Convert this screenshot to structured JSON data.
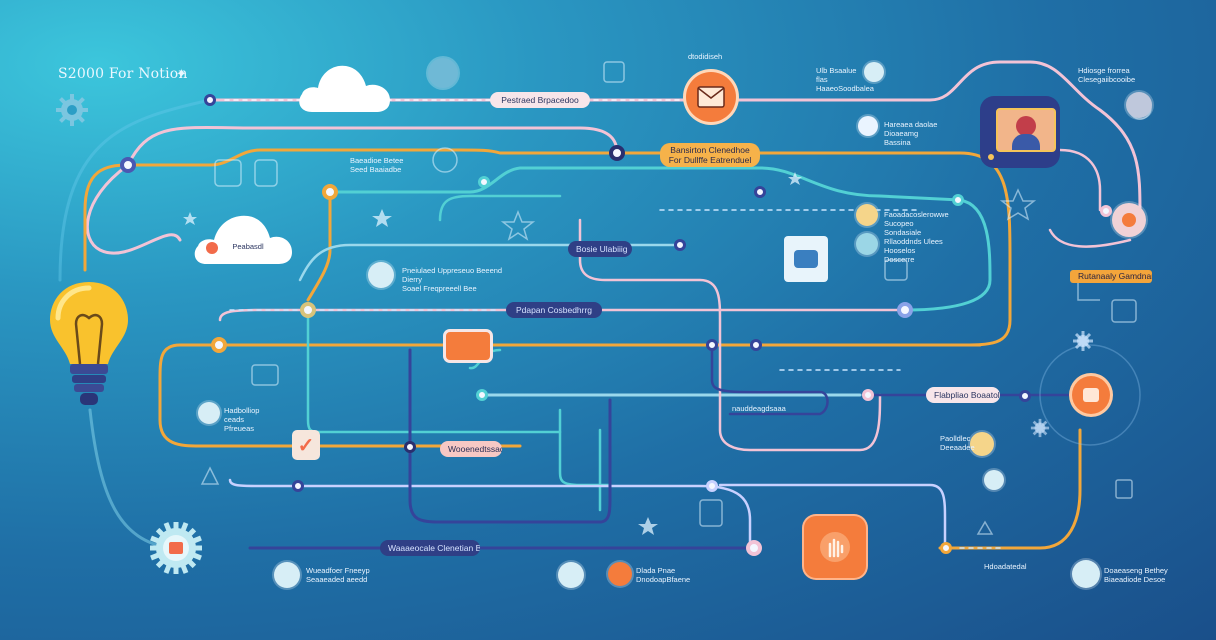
{
  "title": "S2000 For Notion",
  "pills": {
    "p1": "Pestraed Brpacedoo",
    "p2": "Bansirton Clenedhoe\nFor Dullffe Eatrenduel",
    "p3": "Bosie Ulabiiig",
    "p4": "Pdapan Cosbedhrrg",
    "p5": "Wooenedtssadbe",
    "p6": "Flabpliao Boaatol",
    "p7": "Rutanaaly Gamdnara",
    "p8": "Waaaeocale Clenetian Bne",
    "cloud": "Peabasdl"
  },
  "notes": {
    "n1": "Ulb Bsaalue flas\nHaaeoSoodbalea",
    "n2": "Hareaea daolae\nDioaeamg Bassina",
    "n3": "Hdiosge frorrea\nClesegaiibcooibe",
    "n4": "Faoadacoslerowwe\nSucopeo Sondasiale",
    "n5": "Rllaoddnds Ulees\nHooselos Doscerre",
    "n6": "Baeadioe Betee\nSeed Baaiadbe",
    "n7": "Pneiulaed Uppreseuo Beeend Dierry\nSoael Freqpreeell Bee",
    "n8": "Hadbolliop\nceads Pfreueas",
    "n9": "Paolldlec\nDeeaadee",
    "n10": "Wueadfoer Fneeyp\nSeaaeaded aeedd",
    "n11": "Dlada Pnae\nDnodoapBfaene",
    "n12": "Doaeaseng Bethey\nBiaeadiode Desoe",
    "n13": "nauddeagdsaaa",
    "n14": "Hdoadatedal",
    "n15": "dtodidiseh"
  },
  "colors": {
    "bg": "#1f6fa6",
    "wire_orange": "#f2a73a",
    "wire_cyan": "#52d0d4",
    "wire_pink": "#f2c3d6",
    "wire_navy": "#35449a",
    "wire_dark_teal": "#2b8a98",
    "accent_orange": "#f47c3c"
  },
  "icons": [
    "lightbulb-icon",
    "cloud-icon",
    "envelope-icon",
    "gear-icon",
    "checkbox-icon",
    "hand-icon",
    "chat-window-icon",
    "star-icon"
  ]
}
